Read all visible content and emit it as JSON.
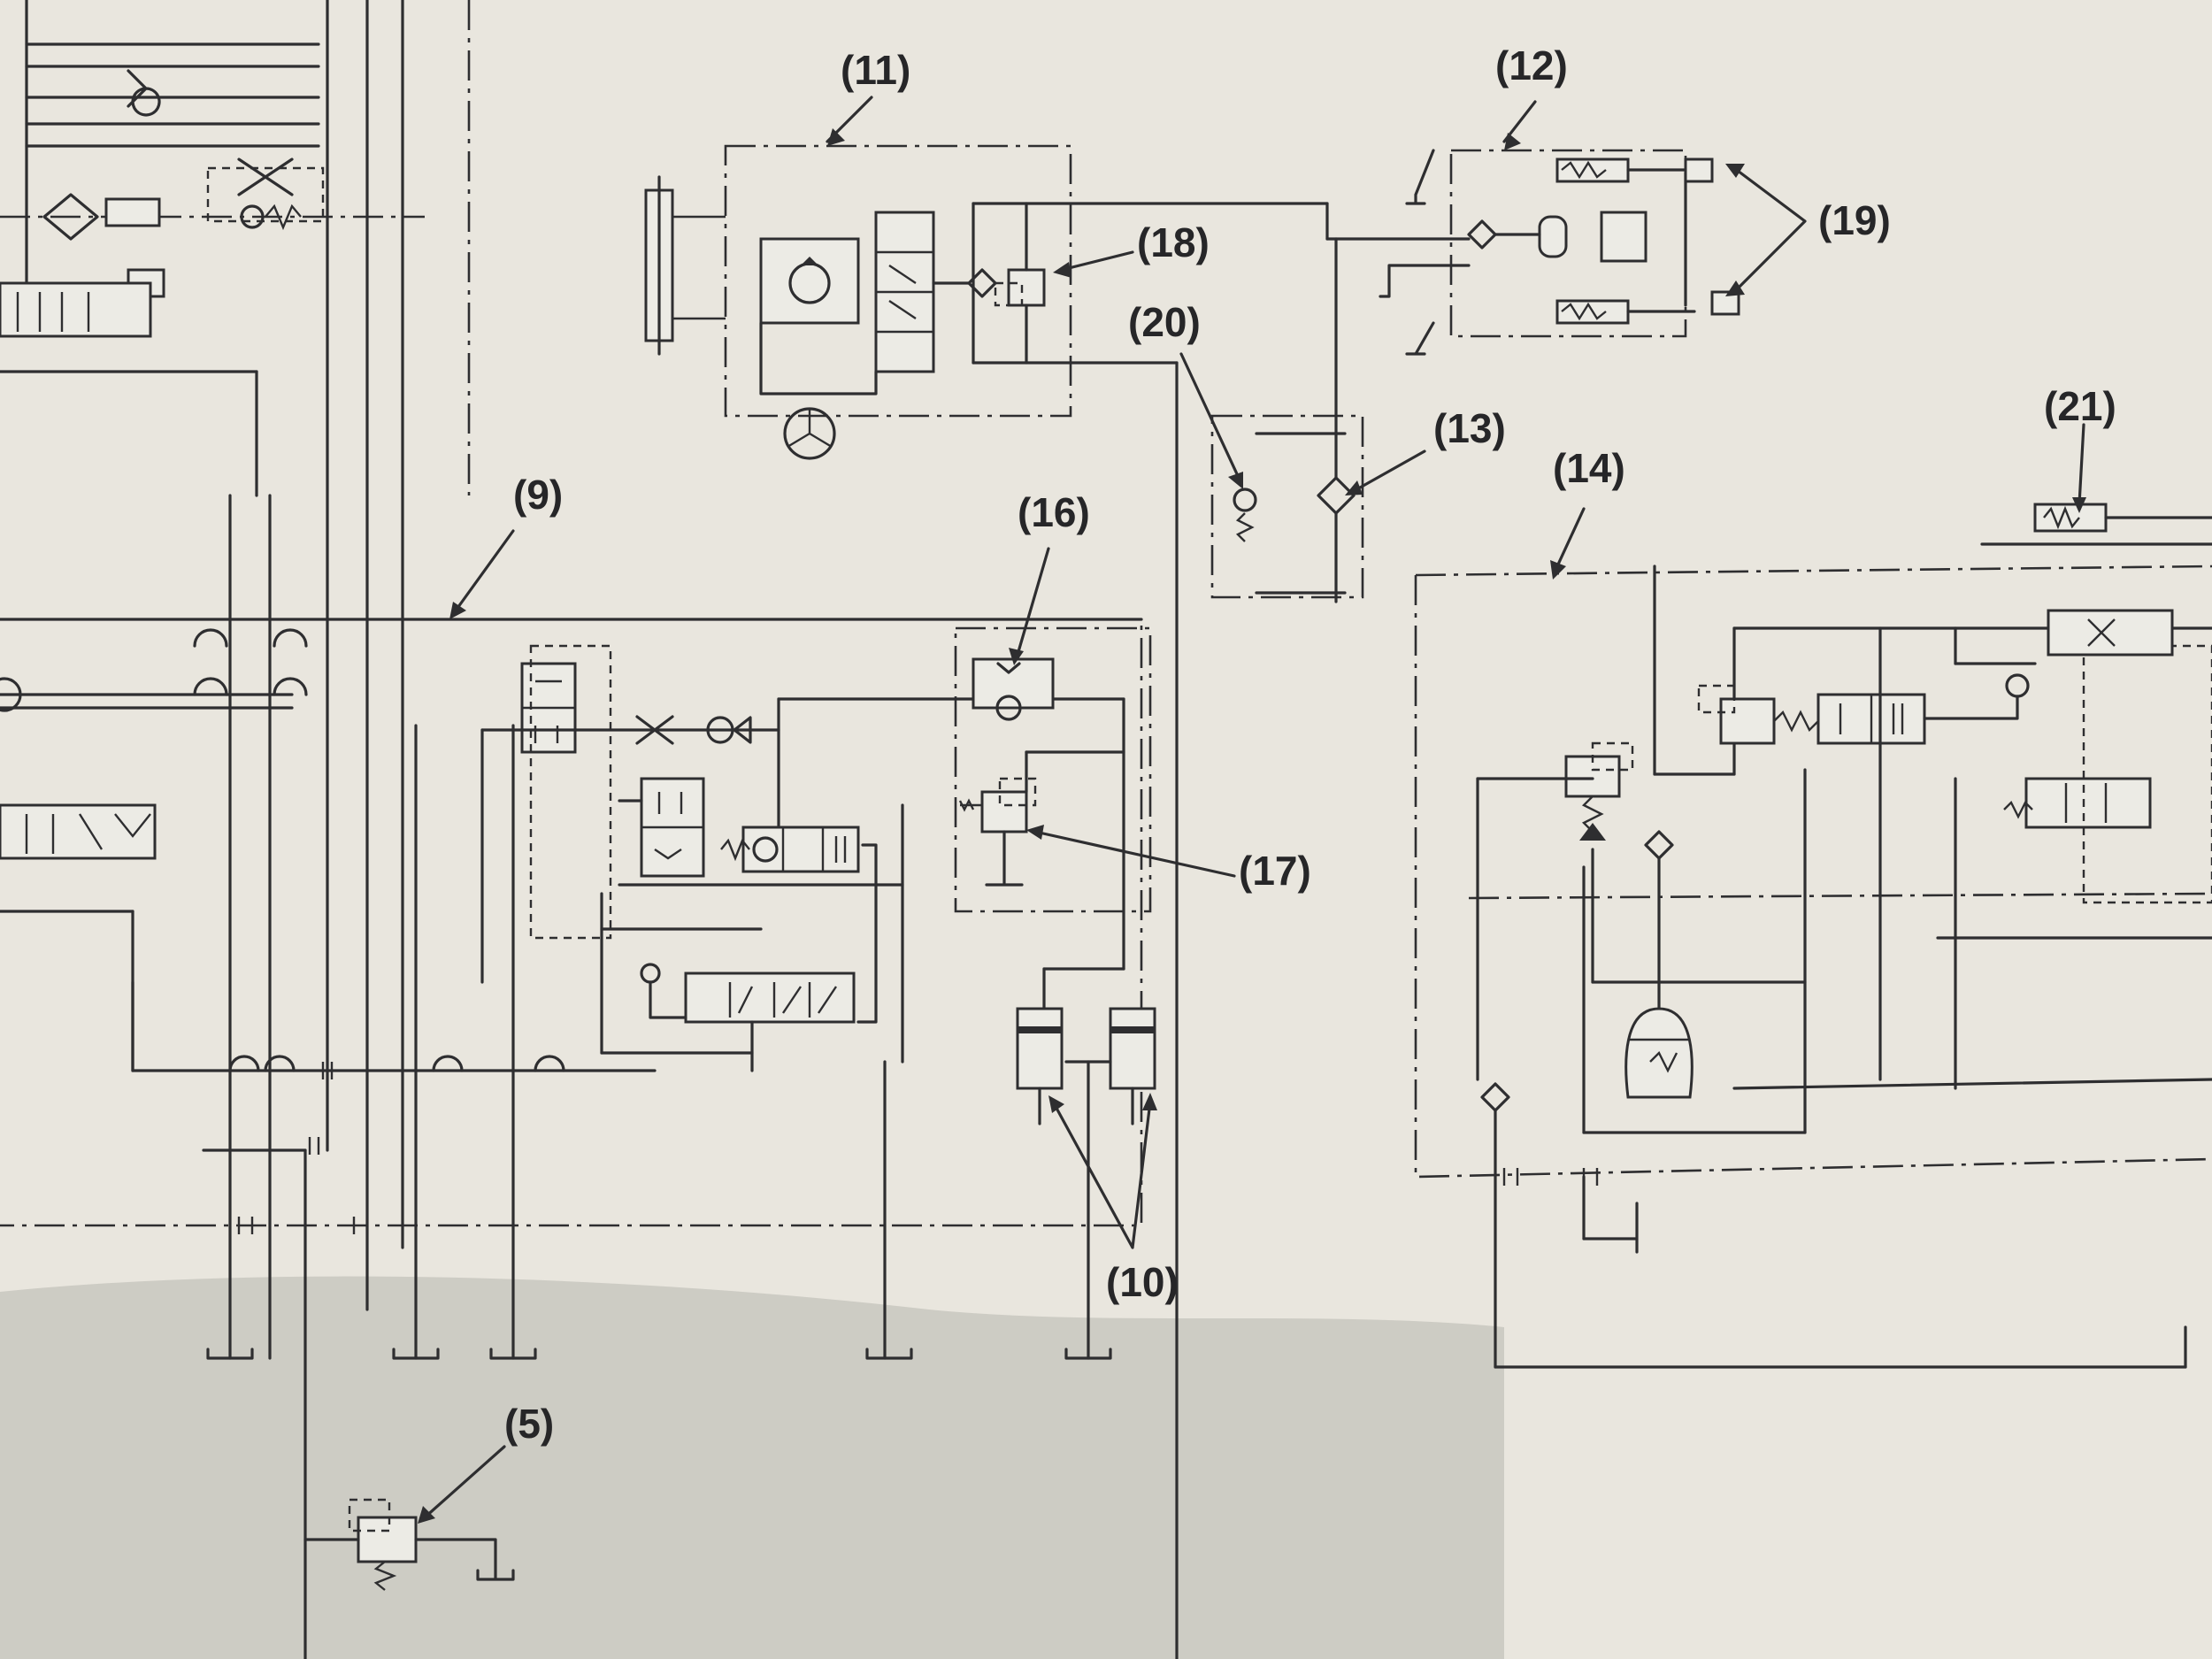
{
  "colors": {
    "paper": "#e9e6de",
    "ink": "#2e2e30"
  },
  "labels": {
    "l5": "(5)",
    "l9": "(9)",
    "l10": "(10)",
    "l11": "(11)",
    "l12": "(12)",
    "l13": "(13)",
    "l14": "(14)",
    "l16": "(16)",
    "l17": "(17)",
    "l18": "(18)",
    "l19": "(19)",
    "l20": "(20)",
    "l21": "(21)"
  },
  "icons": {
    "pump": "hydraulic-pump-icon",
    "filter": "filter-icon",
    "check_valve": "check-valve-icon",
    "relief_valve": "relief-valve-icon",
    "directional_valve": "directional-valve-icon",
    "cylinder": "cylinder-icon",
    "accumulator": "accumulator-icon",
    "tank": "tank-icon",
    "steering_wheel": "steering-wheel-icon",
    "orifice": "orifice-icon"
  }
}
